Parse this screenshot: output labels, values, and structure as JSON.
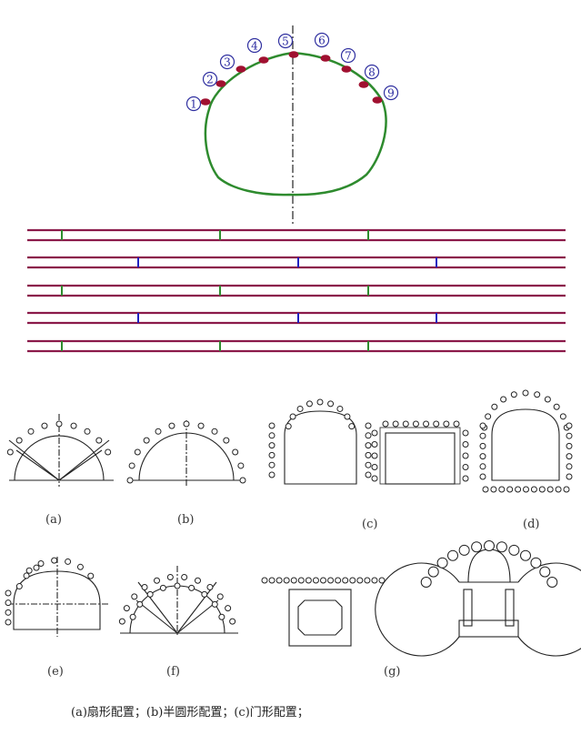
{
  "tunnel_labels": [
    "1",
    "2",
    "3",
    "4",
    "5",
    "6",
    "7",
    "8",
    "9"
  ],
  "panel_labels": {
    "a": "(a)",
    "b": "(b)",
    "c": "(c)",
    "d": "(d)",
    "e": "(e)",
    "f": "(f)",
    "g": "(g)"
  },
  "caption": "(a)扇形配置；(b)半圆形配置；(c)门形配置；",
  "colors": {
    "tunnel_outline": "#2e8b2e",
    "rail_line": "#8b1a4a",
    "tie_green": "#2e8b2e",
    "tie_blue": "#2020c0",
    "marker": "#a01030",
    "label_circle": "#3030a0",
    "drawing": "#222222"
  }
}
